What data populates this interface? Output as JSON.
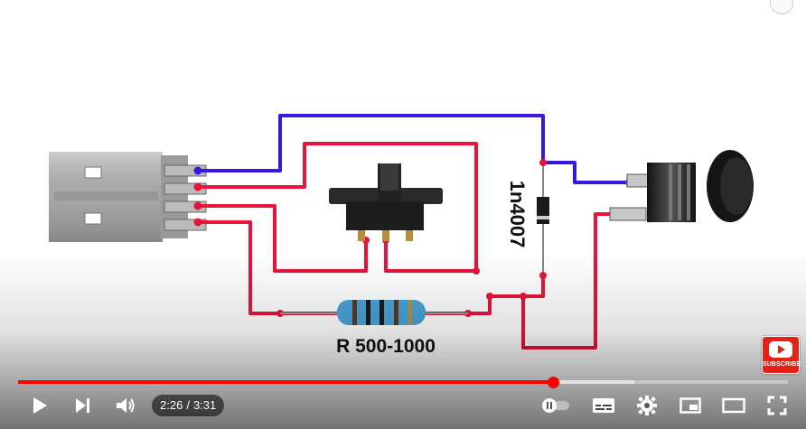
{
  "video": {
    "diode_label": "1n4007",
    "resistor_label": "R 500-1000",
    "subscribe_label": "SUBSCRIBE"
  },
  "player": {
    "current_time": "2:26",
    "separator": "/",
    "duration": "3:31",
    "progress_played_fraction": 0.6943,
    "progress_buffered_fraction": 0.8,
    "colors": {
      "accent": "#ff0000",
      "wire_positive": "#e8143c",
      "wire_negative": "#3a17e0"
    },
    "icons": [
      "play-icon",
      "next-icon",
      "volume-icon",
      "autoplay-toggle-icon",
      "subtitles-icon",
      "settings-icon",
      "miniplayer-icon",
      "theater-mode-icon",
      "fullscreen-icon"
    ]
  }
}
